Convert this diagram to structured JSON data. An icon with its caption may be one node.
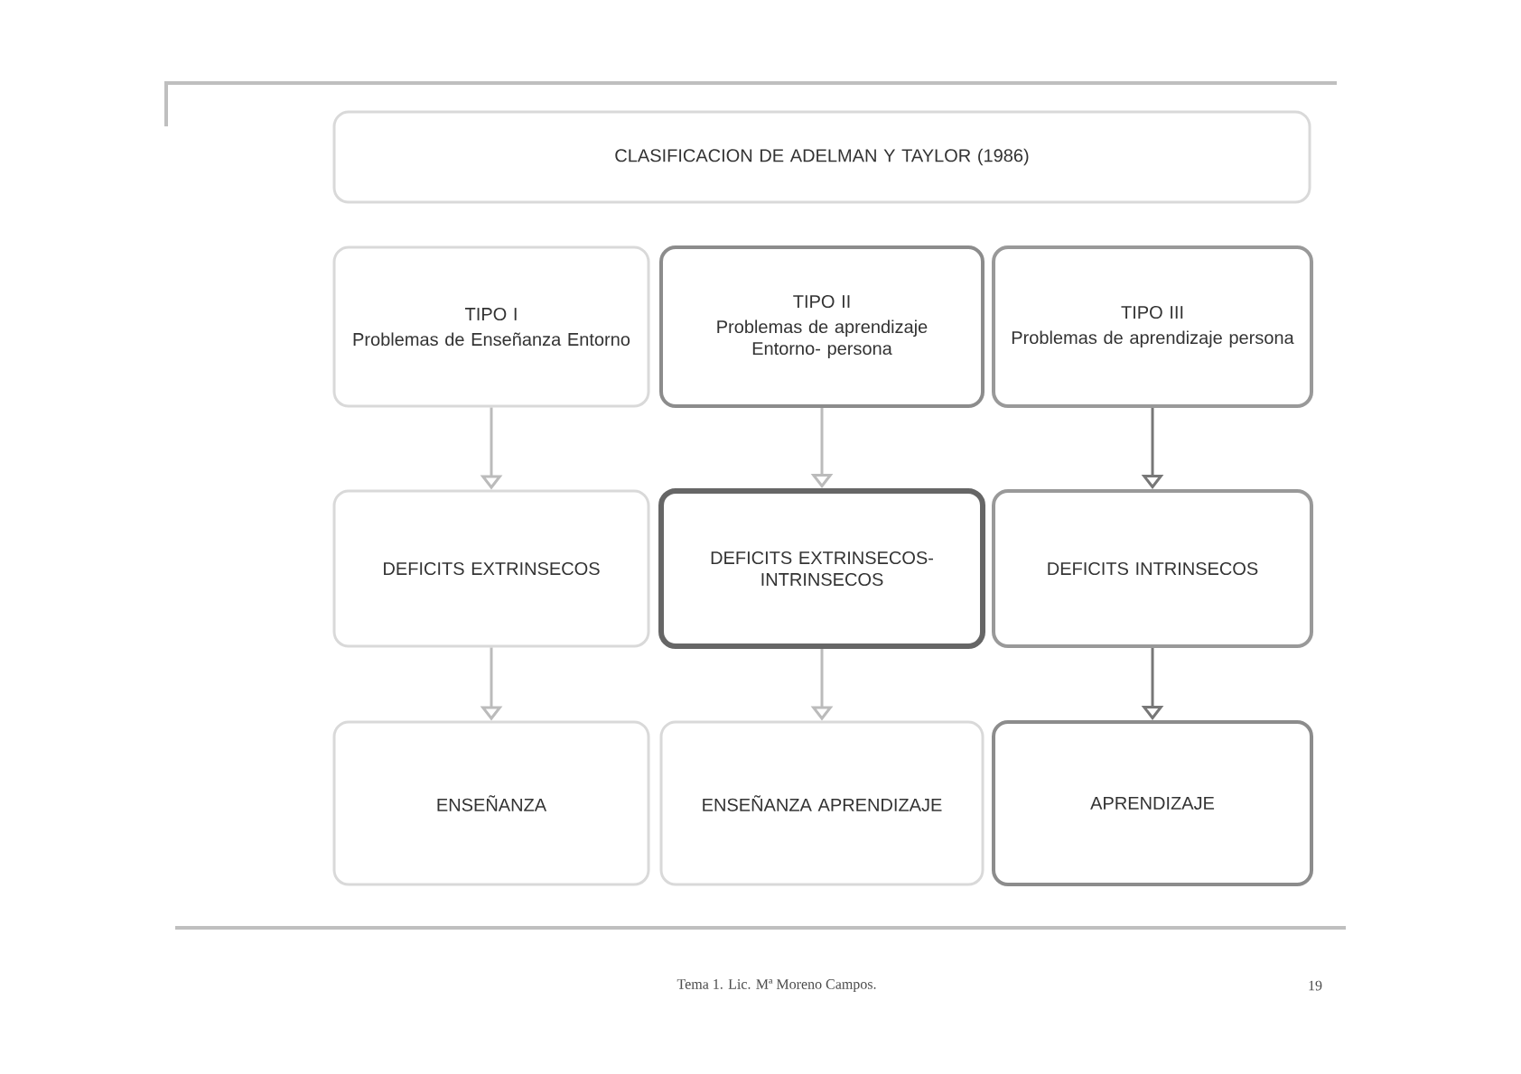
{
  "diagram": {
    "nodes": [
      {
        "text": [
          "CLASIFICACION DE ADELMAN Y TAYLOR (1986)"
        ]
      },
      {
        "text": [
          "TIPO I",
          "Problemas de Enseñanza Entorno"
        ]
      },
      {
        "text": [
          "TIPO II",
          "Problemas de aprendizaje Entorno- persona"
        ]
      },
      {
        "text": [
          "TIPO III",
          "Problemas de aprendizaje persona"
        ]
      },
      {
        "text": [
          "DEFICITS EXTRINSECOS"
        ]
      },
      {
        "text": [
          "DEFICITS EXTRINSECOS- INTRINSECOS"
        ]
      },
      {
        "text": [
          "DEFICITS INTRINSECOS"
        ]
      },
      {
        "text": [
          "ENSEÑANZA"
        ]
      },
      {
        "text": [
          "ENSEÑANZA APRENDIZAJE"
        ]
      },
      {
        "text": [
          "APRENDIZAJE"
        ]
      }
    ],
    "edges": [
      {
        "from": 1,
        "to": 4,
        "arrow": "to"
      },
      {
        "from": 2,
        "to": 5,
        "arrow": "to"
      },
      {
        "from": 3,
        "to": 6,
        "arrow": "to",
        "color": "#777777"
      },
      {
        "from": 4,
        "to": 7,
        "arrow": "to"
      },
      {
        "from": 5,
        "to": 8,
        "arrow": "to"
      },
      {
        "from": 6,
        "to": 9,
        "arrow": "to",
        "color": "#777777"
      }
    ],
    "labels": [
      "Tema 1. Lic. Mª Moreno Campos.",
      "19"
    ]
  }
}
